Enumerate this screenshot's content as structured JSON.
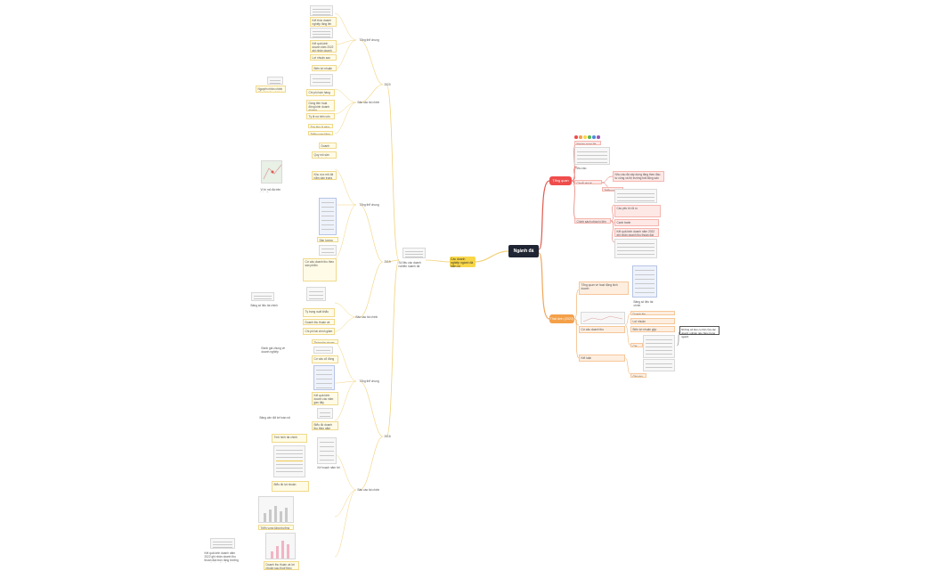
{
  "mindmap": {
    "root": "Ngành đá",
    "branches": {
      "red": {
        "label": "Tổng quan"
      },
      "orange": {
        "label": "Thái Anh (2023)"
      },
      "yellow": {
        "label": "Các doanh nghiệp ngành đá hiện có"
      }
    },
    "nodes": {
      "l1_a": "2020",
      "l1_b": "2019",
      "l1_c": "2018",
      "l2_1": "Tổng thể chung",
      "l2_2": "Bảo cáo tài chính 2022",
      "l2_3": "Tổng thể chung",
      "l2_4": "Bảo cáo tài chính 2022",
      "l2_5": "Tổng thể chung",
      "l2_6": "Bảo cáo tài chính 2022",
      "yellow_child": "Số liệu các doanh nghiệp ngành đá niêm yết và thông tin chi tiết",
      "sec1_t1": "Kết thúc doanh nghiệp tăng lên trung bình so với năm trước nhờ giá bán tăng và tiêu thụ ổn định",
      "sec1_t2": "Kết quả kinh doanh năm 2022 ghi nhận doanh thu thuần đạt mức tăng trưởng so với cùng kỳ năm trước",
      "sec1_t3": "Lợi nhuận sau thuế đạt mức kỷ lục nhờ chi phí giảm",
      "sec1_t4": "Biên lợi nhuận gộp cải thiện đáng kể",
      "sec1_t5": "Chi phí bán hàng và quản lý được kiểm soát tốt",
      "sec1_t6": "Dòng tiền hoạt động kinh doanh dương",
      "sec1_t7": "Tỷ lệ nợ trên vốn chủ sở hữu giảm so với đầu kỳ",
      "sec1_t8": "Tồn kho ở mức hợp lý",
      "sec1_t9": "Triển vọng tăng trưởng năm tiếp theo",
      "sec1_side": "Nguyên nhân chính dẫn tới kết quả kinh doanh khả quan trong năm",
      "sec2_t1": "Doanh nghiệp có vị trí thuận lợi",
      "sec2_t2": "Quy mô sản xuất và công suất khai thác đá",
      "sec2_t3": "Khu vực mỏ đá nằm gần trung tâm phân phối",
      "sec2_t4": "Sản lượng tiêu thụ tăng trưởng ổn định qua các năm",
      "sec2_t5": "Cơ cấu doanh thu theo sản phẩm",
      "sec2_t6": "Tỷ trọng xuất khẩu",
      "sec2_t7": "Doanh thu thuần và lợi nhuận sau thuế theo quý",
      "sec2_t8": "Chi phí tài chính giảm",
      "sec2_side1": "Vị trí mỏ đá trên bản đồ",
      "sec2_side2": "Bảng số liệu tài chính tóm tắt",
      "sec3_t1": "Thông tin chung về doanh nghiệp và lĩnh vực hoạt động",
      "sec3_t2": "Cơ cấu cổ đông",
      "sec3_t3": "Kết quả kinh doanh các năm gần đây",
      "sec3_t4": "Biểu đồ doanh thu theo năm",
      "sec3_t5": "Tình hình tài chính",
      "sec3_t6": "Kế hoạch năm tới",
      "sec3_side1": "Đánh giá chung về doanh nghiệp",
      "sec3_side2": "Bảng cân đối kế toán rút gọn",
      "sec3_side3": "Biểu đồ lợi nhuận",
      "red_t1": "Nguồn cung đá",
      "red_t2": "Nhu cầu",
      "red_t3": "Giá đá",
      "red_t4": "Nhu cầu đá xây dựng tăng theo đầu tư công và thị trường bất động sản",
      "red_t5": "Chuỗi giá trị ngành đá",
      "red_t6": "Triển vọng ngành",
      "red_t7": "Các yếu tố rủi ro",
      "red_t8": "Chính sách pháp lý liên quan",
      "red_t9": "Cạnh tranh",
      "ora_t1": "Bảng số liệu tài chính",
      "ora_t2": "Doanh thu",
      "ora_t3": "Lợi nhuận",
      "ora_t4": "Biên lợi nhuận gộp",
      "ora_t5": "Tổng quan về hoạt động kinh doanh",
      "ora_t6": "Cơ cấu doanh thu",
      "ora_t7": "Chi tiết",
      "ora_t8": "Ghi chú",
      "ora_t9": "Kết luận",
      "callout": "Những số liệu cụ thể của các doanh nghiệp tiêu biểu trong ngành"
    }
  },
  "colors": {
    "root": "#1f2533",
    "red": "#ef4c4c",
    "orange": "#f3a049",
    "yellow": "#f8d648",
    "link_yellow": "#f2d27a",
    "link_red": "#e05a4e",
    "link_orange": "#f0a659"
  }
}
